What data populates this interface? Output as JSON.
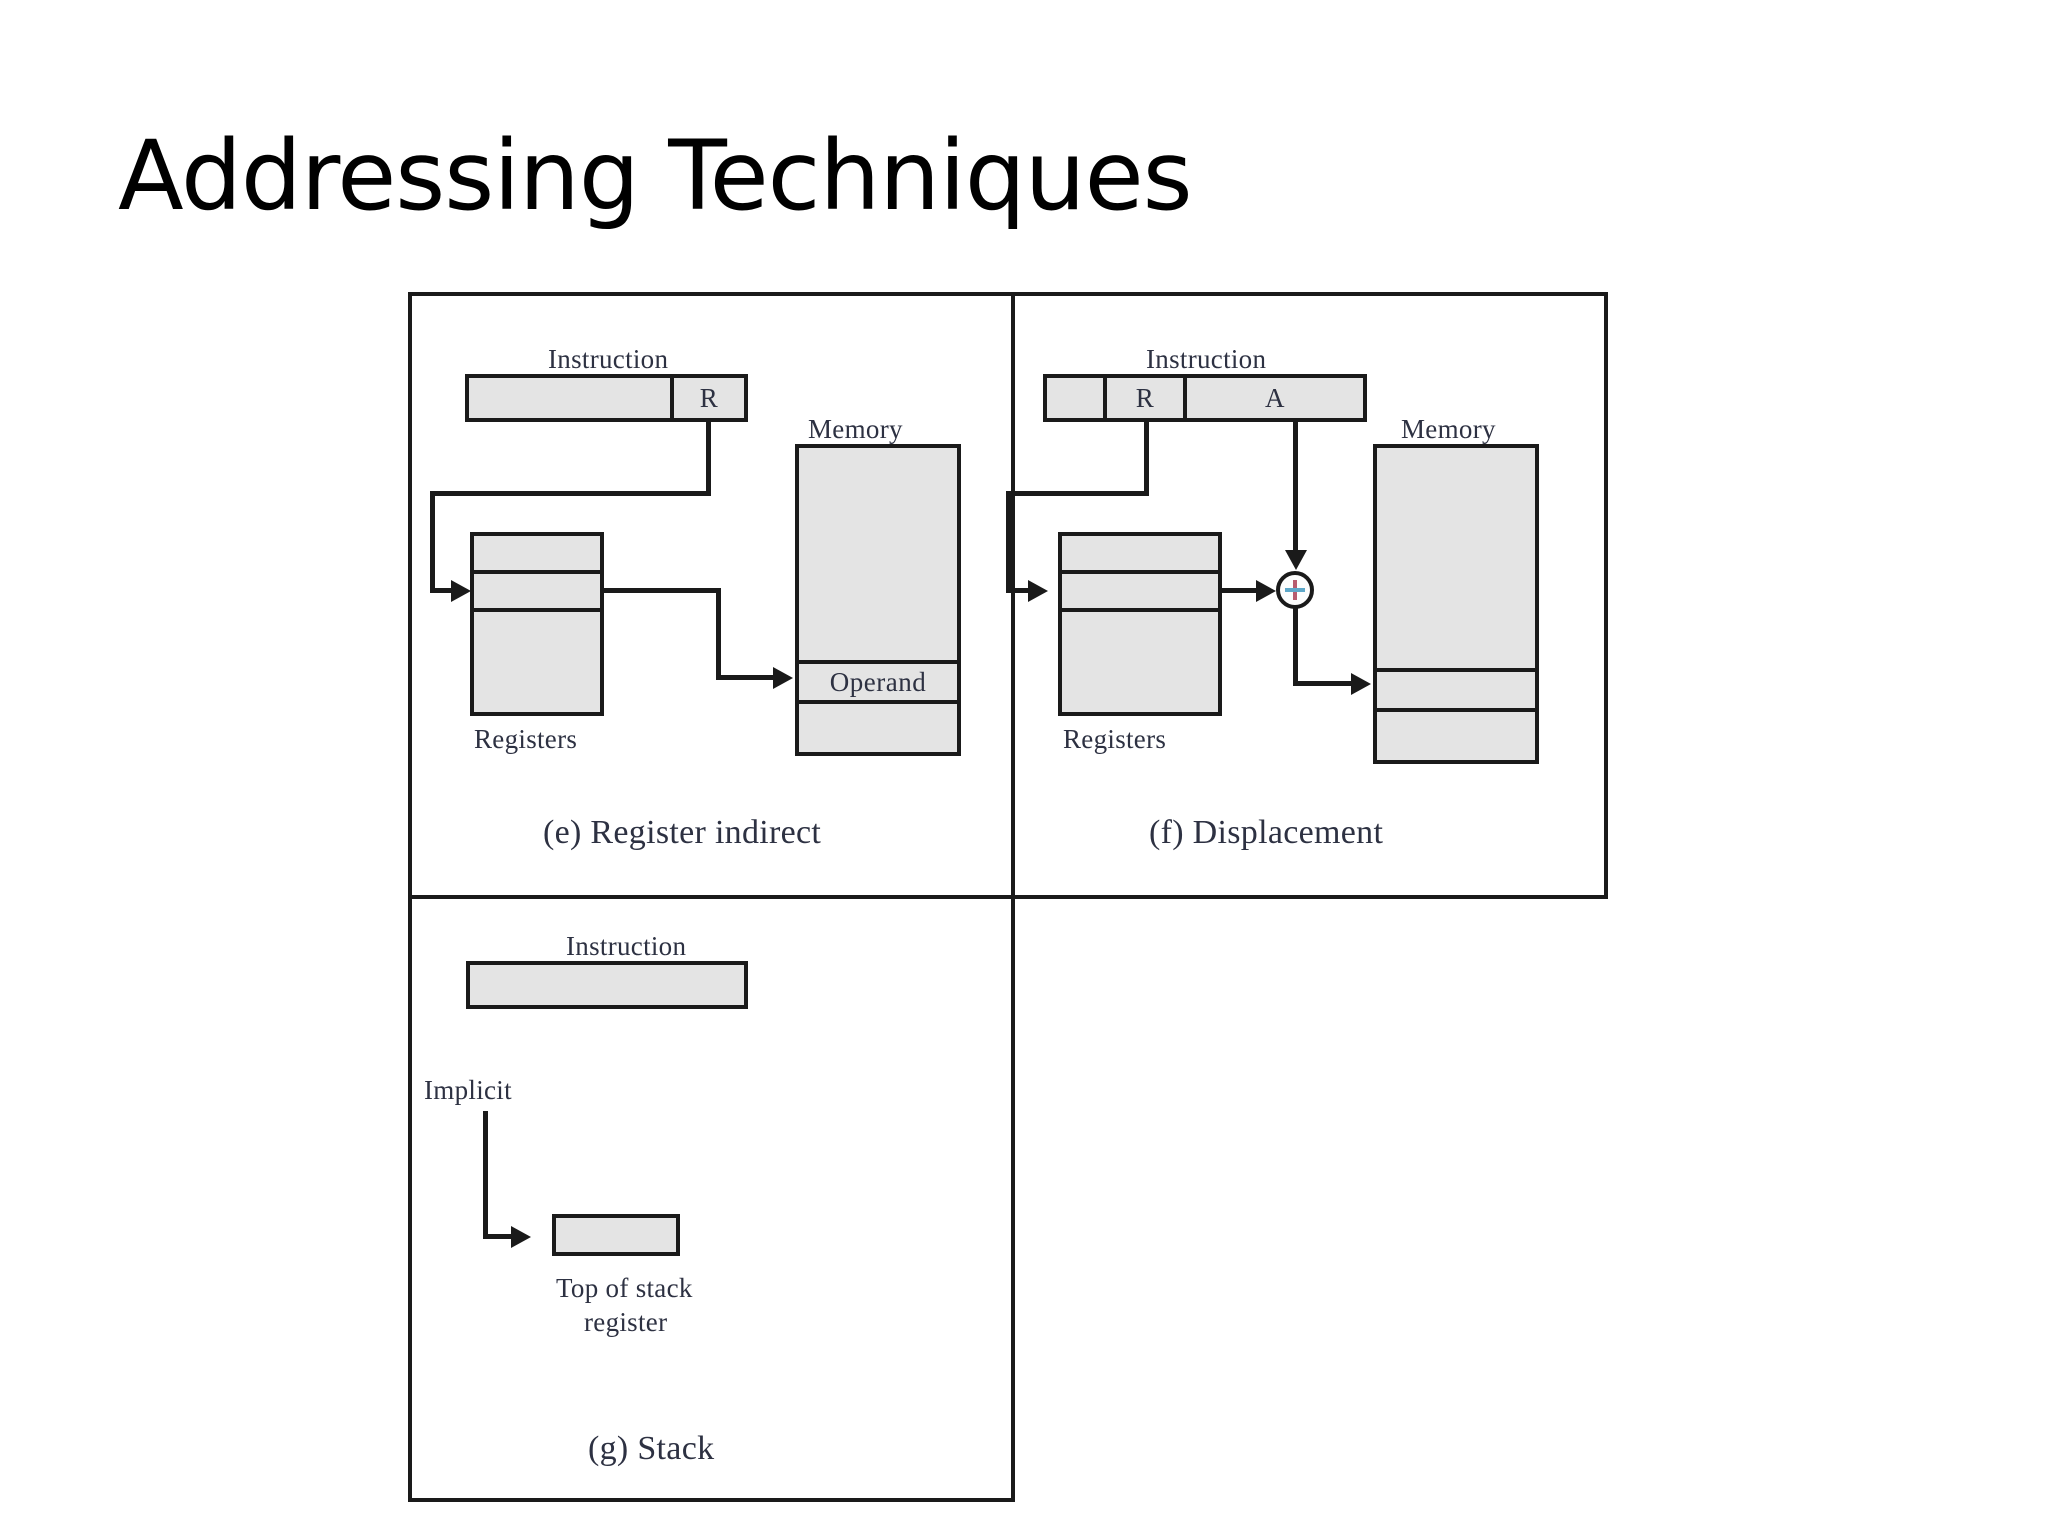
{
  "slide": {
    "title": "Addressing Techniques"
  },
  "figure": {
    "panels": [
      {
        "id": "register-indirect",
        "caption": "(e) Register indirect",
        "instruction_label": "Instruction",
        "memory_label": "Memory",
        "registers_label": "Registers",
        "instruction_fields": [
          "",
          "R"
        ],
        "memory_cells": [
          "",
          "Operand",
          ""
        ]
      },
      {
        "id": "displacement",
        "caption": "(f) Displacement",
        "instruction_label": "Instruction",
        "memory_label": "Memory",
        "registers_label": "Registers",
        "instruction_fields": [
          "",
          "R",
          "A"
        ],
        "memory_cells": [
          "",
          "",
          ""
        ],
        "adder_symbol": "+"
      },
      {
        "id": "stack",
        "caption": "(g) Stack",
        "instruction_label": "Instruction",
        "implicit_label": "Implicit",
        "top_of_stack_line1": "Top of stack",
        "top_of_stack_line2": "register"
      }
    ]
  },
  "colors": {
    "text": "#2d3142",
    "box_fill": "#e4e4e4",
    "stroke": "#1a1a1a",
    "background": "#ffffff"
  }
}
